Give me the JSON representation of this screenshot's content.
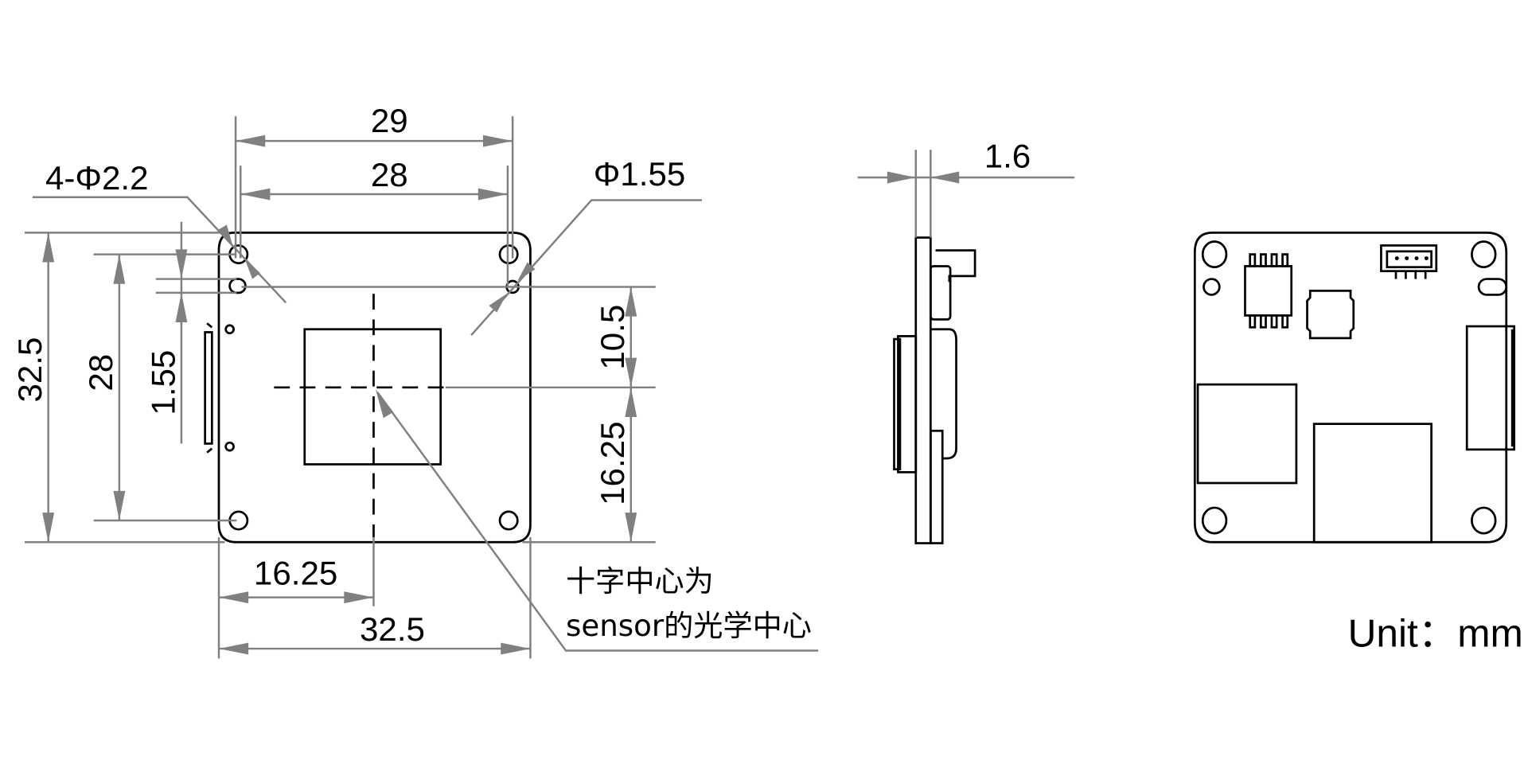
{
  "drawing": {
    "views": [
      "front-view",
      "side-view",
      "back-view"
    ],
    "line_colors": {
      "object": "#000000",
      "dimension": "#808080"
    }
  },
  "front_view": {
    "dims": {
      "hole_pitch_outer": "29",
      "hole_pitch_inner": "28",
      "mount_hole_callout": "4-Φ2.2",
      "small_hole_callout": "Φ1.55",
      "height_overall": "32.5",
      "height_hole_pitch": "28",
      "small_hole_offset": "1.55",
      "center_from_top": "10.5",
      "center_from_bottom": "16.25",
      "center_from_left": "16.25",
      "width_overall": "32.5"
    },
    "note_line1": "十字中心为",
    "note_line2": "sensor的光学中心"
  },
  "side_view": {
    "dims": {
      "board_thickness": "1.6"
    }
  },
  "back_view": {},
  "unit_label": "Unit：mm"
}
